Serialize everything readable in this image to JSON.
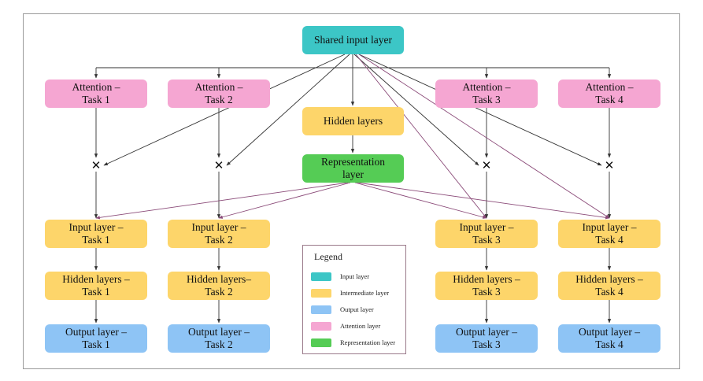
{
  "nodes": {
    "shared_input": "Shared input layer",
    "attention": [
      "Attention –\nTask 1",
      "Attention –\nTask 2",
      "Attention –\nTask 3",
      "Attention –\nTask 4"
    ],
    "hidden_shared": "Hidden layers",
    "representation": "Representation\nlayer",
    "input_task": [
      "Input layer –\nTask 1",
      "Input layer –\nTask 2",
      "Input layer –\nTask 3",
      "Input layer –\nTask 4"
    ],
    "hidden_task": [
      "Hidden layers –\nTask 1",
      "Hidden layers–\nTask 2",
      "Hidden layers –\nTask 3",
      "Hidden layers –\nTask 4"
    ],
    "output_task": [
      "Output layer –\nTask 1",
      "Output layer –\nTask 2",
      "Output layer –\nTask 3",
      "Output layer –\nTask 4"
    ],
    "multiply_symbol": "✕"
  },
  "legend": {
    "title": "Legend",
    "items": [
      {
        "label": "Input layer",
        "color": "#3cc6c6"
      },
      {
        "label": "Intermediate layer",
        "color": "#fdd56a"
      },
      {
        "label": "Output layer",
        "color": "#8ec4f5"
      },
      {
        "label": "Attention layer",
        "color": "#f5a6d2"
      },
      {
        "label": "Representation layer",
        "color": "#55cc55"
      }
    ]
  },
  "colors": {
    "input": "#3cc6c6",
    "attention": "#f5a6d2",
    "intermediate": "#fdd56a",
    "representation": "#55cc55",
    "output": "#8ec4f5",
    "edge_dark": "#333333",
    "edge_purple": "#8a4a78"
  }
}
